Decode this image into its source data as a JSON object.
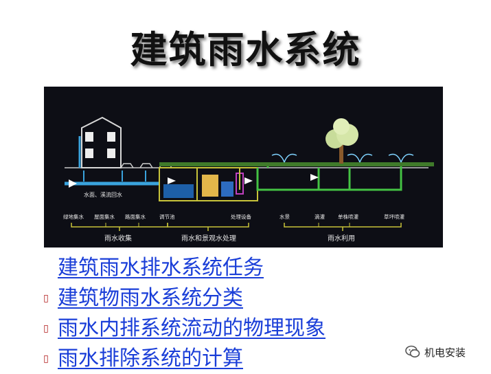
{
  "title": "建筑雨水系统",
  "diagram": {
    "left_text": "水面、溪流回水",
    "labels": {
      "green": "绿地集水",
      "roof": "屋面集水",
      "road": "路面集水",
      "regulate": "调节池",
      "treatment": "处理设备",
      "waterscape": "水景",
      "drip": "滴灌",
      "single": "单株喷灌",
      "lawn": "草坪喷灌"
    },
    "groups": {
      "collect": "雨水收集",
      "treat": "雨水和景观水处理",
      "use": "雨水利用"
    }
  },
  "links": [
    {
      "label": "建筑雨水排水系统任务",
      "bullet": ""
    },
    {
      "label": "建筑物雨水系统分类",
      "bullet": "▯"
    },
    {
      "label": "雨水内排系统流动的物理现象",
      "bullet": "▯"
    },
    {
      "label": "雨水排除系统的计算",
      "bullet": "▯"
    }
  ],
  "watermark": {
    "text": "机电安装",
    "icon": "wechat-icon"
  },
  "colors": {
    "link": "#1a3ed8",
    "bullet": "#b01818",
    "diagram_bg": "#0d0e15",
    "pipe_yellow": "#c8c43a",
    "pipe_green": "#44c243",
    "water_blue": "#3aa3dd"
  }
}
